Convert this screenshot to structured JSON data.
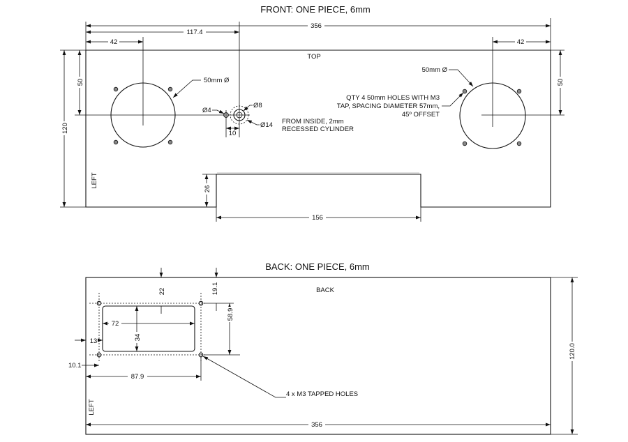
{
  "front": {
    "title": "FRONT: ONE PIECE, 6mm",
    "top_label": "TOP",
    "left_label": "LEFT",
    "dims": {
      "overall_width": "356",
      "to_center_hole": "117.4",
      "left_hole_offset": "42",
      "right_hole_offset": "42",
      "left_vertical": "50",
      "right_vertical": "50",
      "height": "120",
      "notch_depth": "26",
      "notch_width": "156",
      "center_hole_offset": "10"
    },
    "labels": {
      "left_circle": "50mm Ø",
      "right_circle": "50mm Ø",
      "d8": "Ø8",
      "d4": "Ø4",
      "d14": "Ø14"
    },
    "note_holes": [
      "QTY  4  50mm HOLES WITH M3",
      "TAP, SPACING DIAMETER 57mm,",
      "45º OFFSET"
    ],
    "note_recess": [
      "FROM INSIDE, 2mm",
      "RECESSED CYLINDER"
    ]
  },
  "back": {
    "title": "BACK: ONE PIECE, 6mm",
    "back_label": "BACK",
    "left_label": "LEFT",
    "dims": {
      "overall_width": "356",
      "height": "120.0",
      "cutout_width": "72",
      "cutout_height": "34",
      "top_offset": "22",
      "top_hole_offset": "19.1",
      "hole_spacing_v": "58.9",
      "cutout_left": "13",
      "hole_left": "10.1",
      "hole_spacing_h": "87.9"
    },
    "note_tapped": "4 x M3 TAPPED HOLES"
  }
}
